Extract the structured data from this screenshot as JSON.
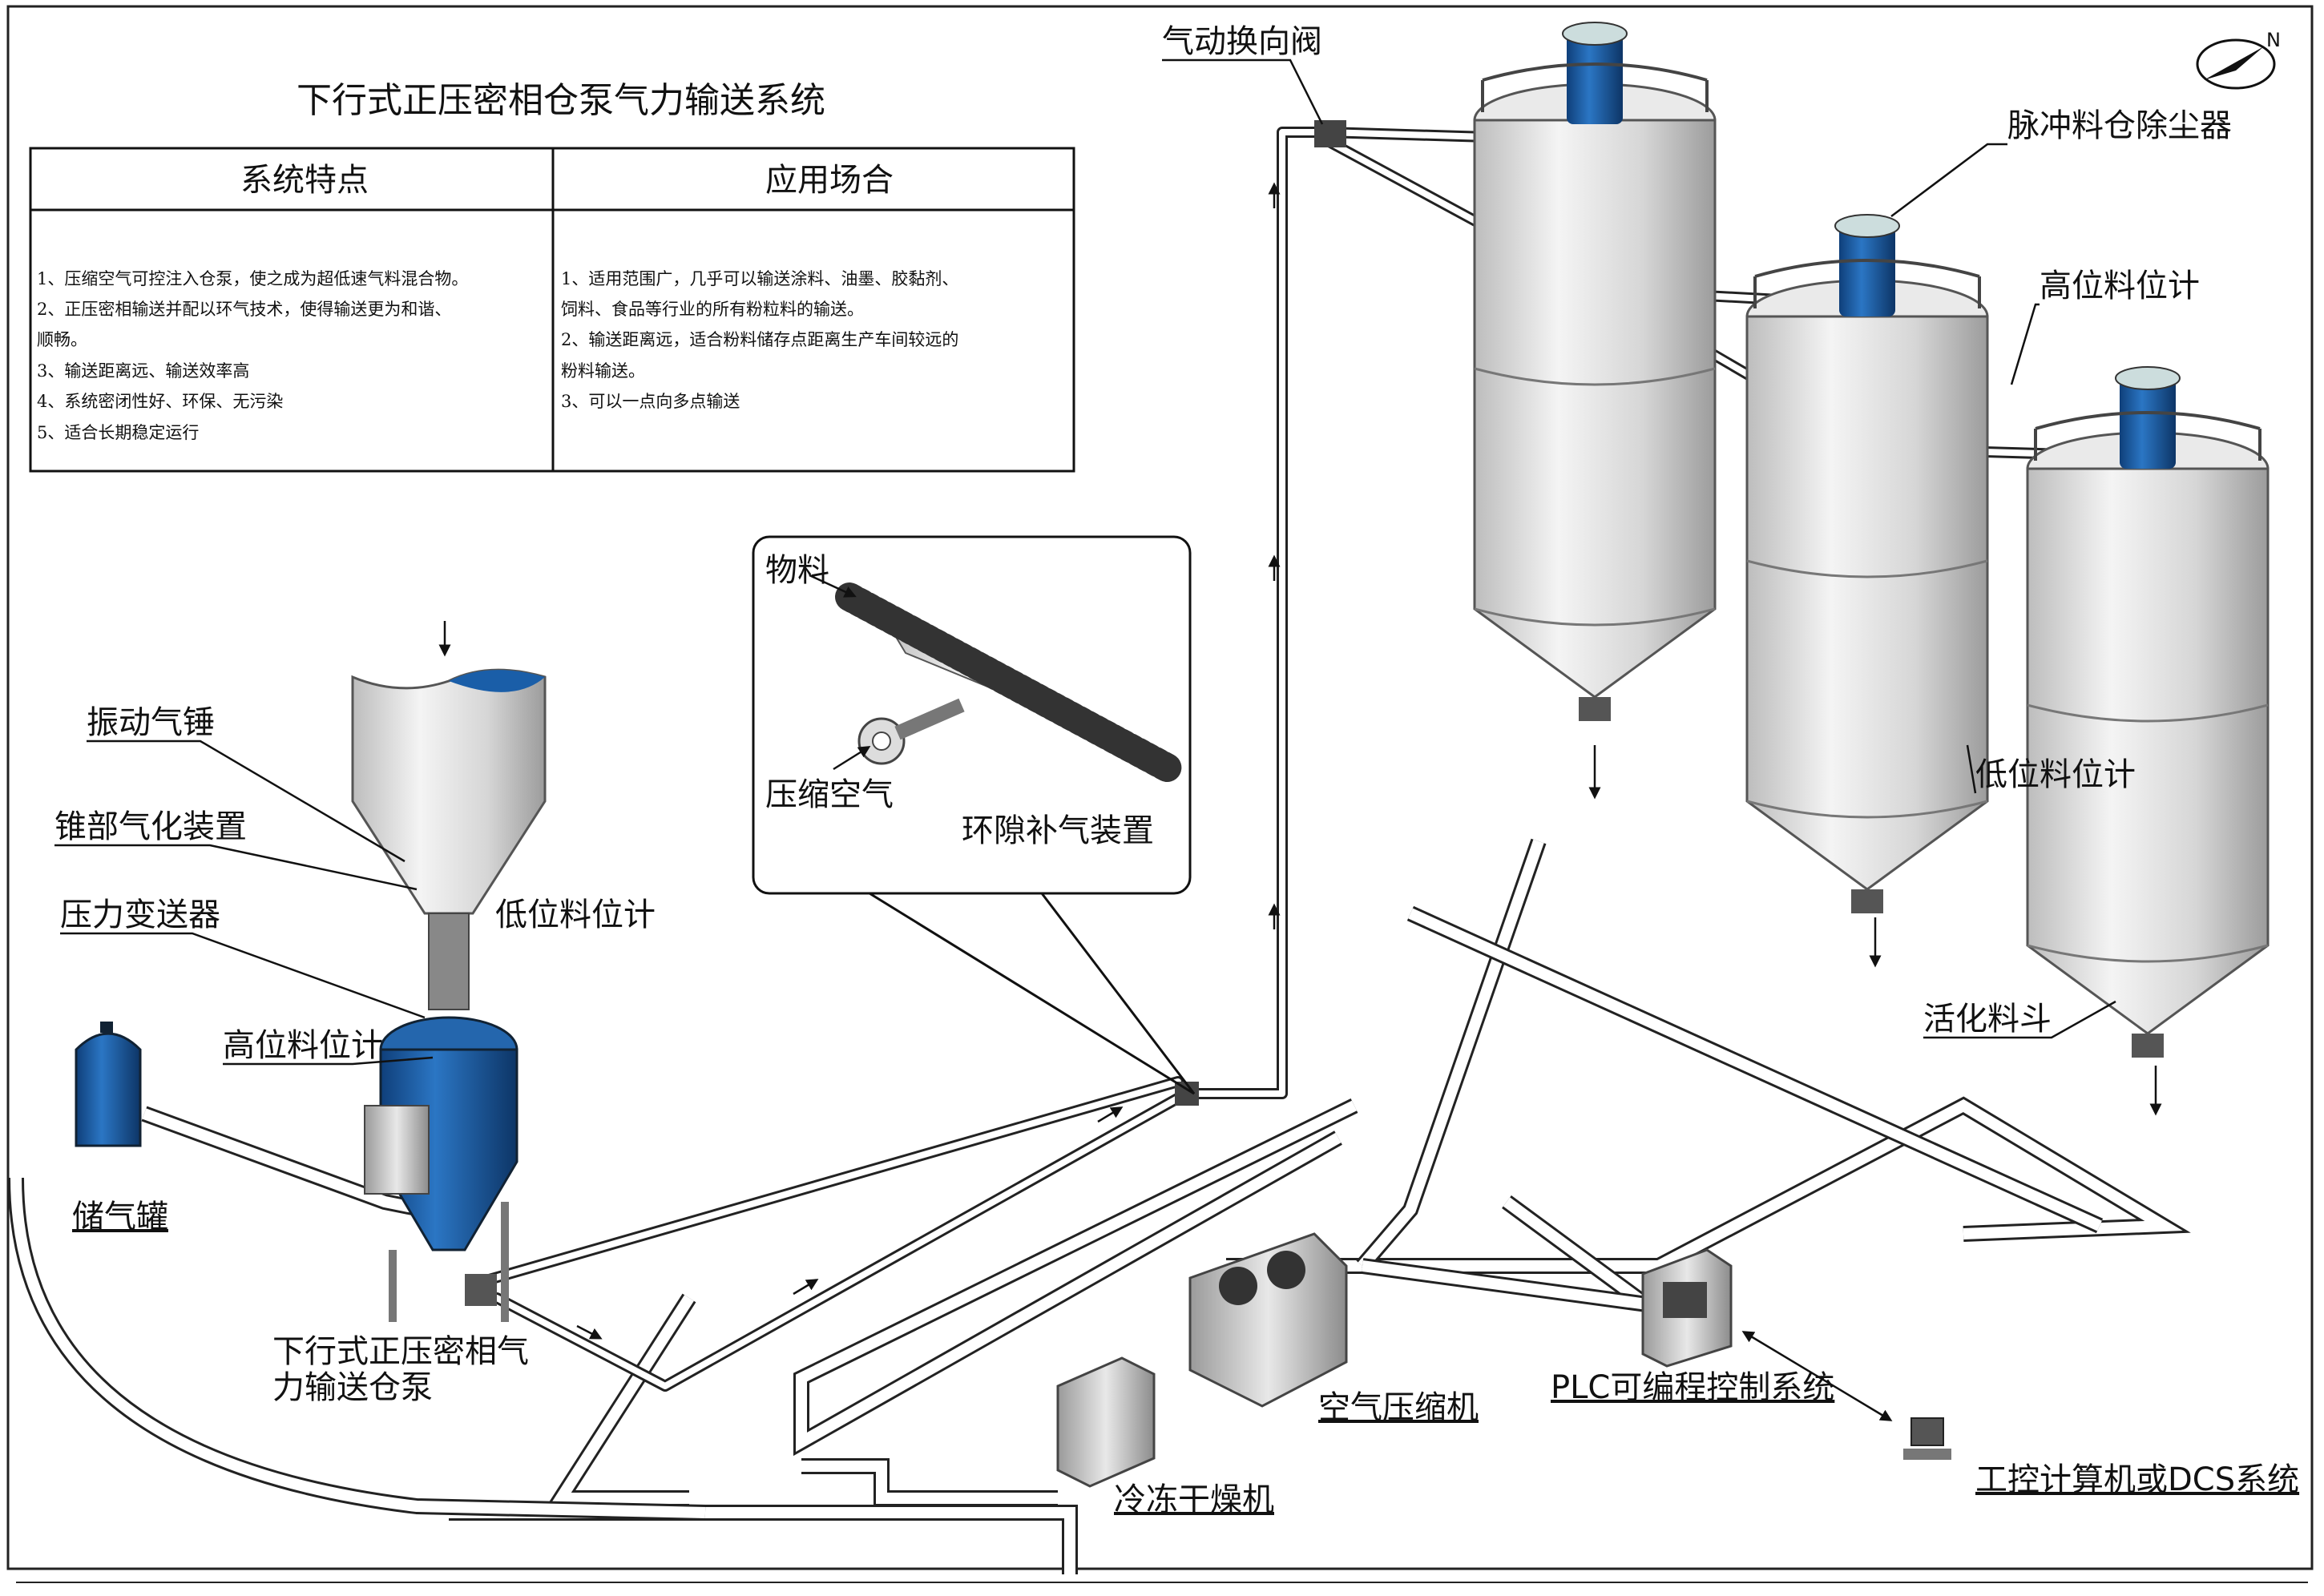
{
  "title": "下行式正压密相仓泵气力输送系统",
  "table": {
    "headers": [
      "系统特点",
      "应用场合"
    ],
    "features": [
      "1、压缩空气可控注入仓泵，使之成为超低速气料混合物。",
      "2、正压密相输送并配以环气技术，使得输送更为和谐、",
      "顺畅。",
      "3、输送距离远、输送效率高",
      "4、系统密闭性好、环保、无污染",
      "5、适合长期稳定运行"
    ],
    "applications": [
      "1、适用范围广，几乎可以输送涂料、油墨、胶黏剂、",
      "饲料、食品等行业的所有粉粒料的输送。",
      "2、输送距离远，适合粉料储存点距离生产车间较远的",
      "粉料输送。",
      "3、可以一点向多点输送"
    ]
  },
  "labels": {
    "vibrator": "振动气锤",
    "cone_aeration": "锥部气化装置",
    "pressure_transmitter": "压力变送器",
    "low_level_hopper": "低位料位计",
    "high_level_pump": "高位料位计",
    "air_tank": "储气罐",
    "pump_line1": "下行式正压密相气",
    "pump_line2": "力输送仓泵",
    "material": "物料",
    "compressed_air": "压缩空气",
    "annular_device": "环隙补气装置",
    "pneumatic_valve": "气动换向阀",
    "pulse_collector": "脉冲料仓除尘器",
    "high_level_silo": "高位料位计",
    "low_level_silo": "低位料位计",
    "activation_hopper": "活化料斗",
    "air_compressor": "空气压缩机",
    "dryer": "冷冻干燥机",
    "plc": "PLC可编程控制系统",
    "ipc": "工控计算机或DCS系统",
    "north": "N"
  },
  "colors": {
    "vessel_blue": "#1a5ea8",
    "silo_gray": "#d9d9d9",
    "line": "#111111"
  }
}
